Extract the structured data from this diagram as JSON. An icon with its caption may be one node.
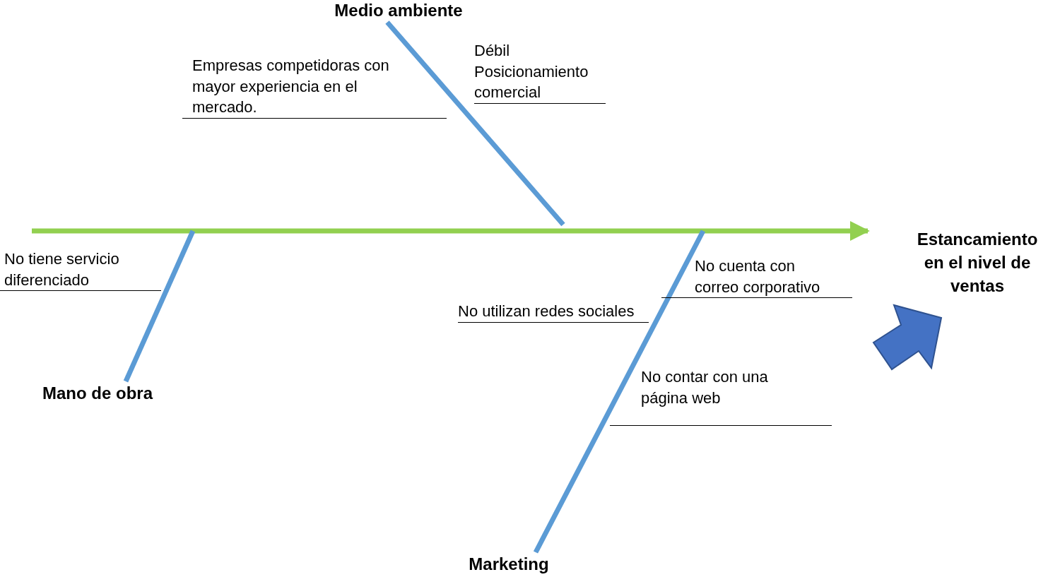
{
  "diagram": {
    "nodes": [
      {
        "text": [
          "Medio ambiente"
        ]
      },
      {
        "text": [
          "Empresas competidoras con mayor experiencia en el mercado."
        ]
      },
      {
        "text": [
          "Débil Posicionamiento comercial"
        ]
      },
      {
        "text": [
          "No tiene servicio diferenciado"
        ]
      },
      {
        "text": [
          "Mano de obra"
        ]
      },
      {
        "text": [
          "No cuenta con correo corporativo"
        ]
      },
      {
        "text": [
          "No utilizan redes sociales"
        ]
      },
      {
        "text": [
          "No contar con una página web"
        ]
      },
      {
        "text": [
          "Marketing"
        ]
      },
      {
        "text": [
          "Estancamiento en el nivel de ventas"
        ]
      },
      {
        "text": [],
        "shape": "arrow"
      }
    ],
    "edges": [
      {
        "from": null,
        "to": 9,
        "arrow": "to",
        "color": "#92d050"
      },
      {
        "from": 0,
        "to": null,
        "arrow": "none"
      },
      {
        "from": 4,
        "to": null,
        "arrow": "none"
      },
      {
        "from": 8,
        "to": null,
        "arrow": "none"
      }
    ]
  }
}
